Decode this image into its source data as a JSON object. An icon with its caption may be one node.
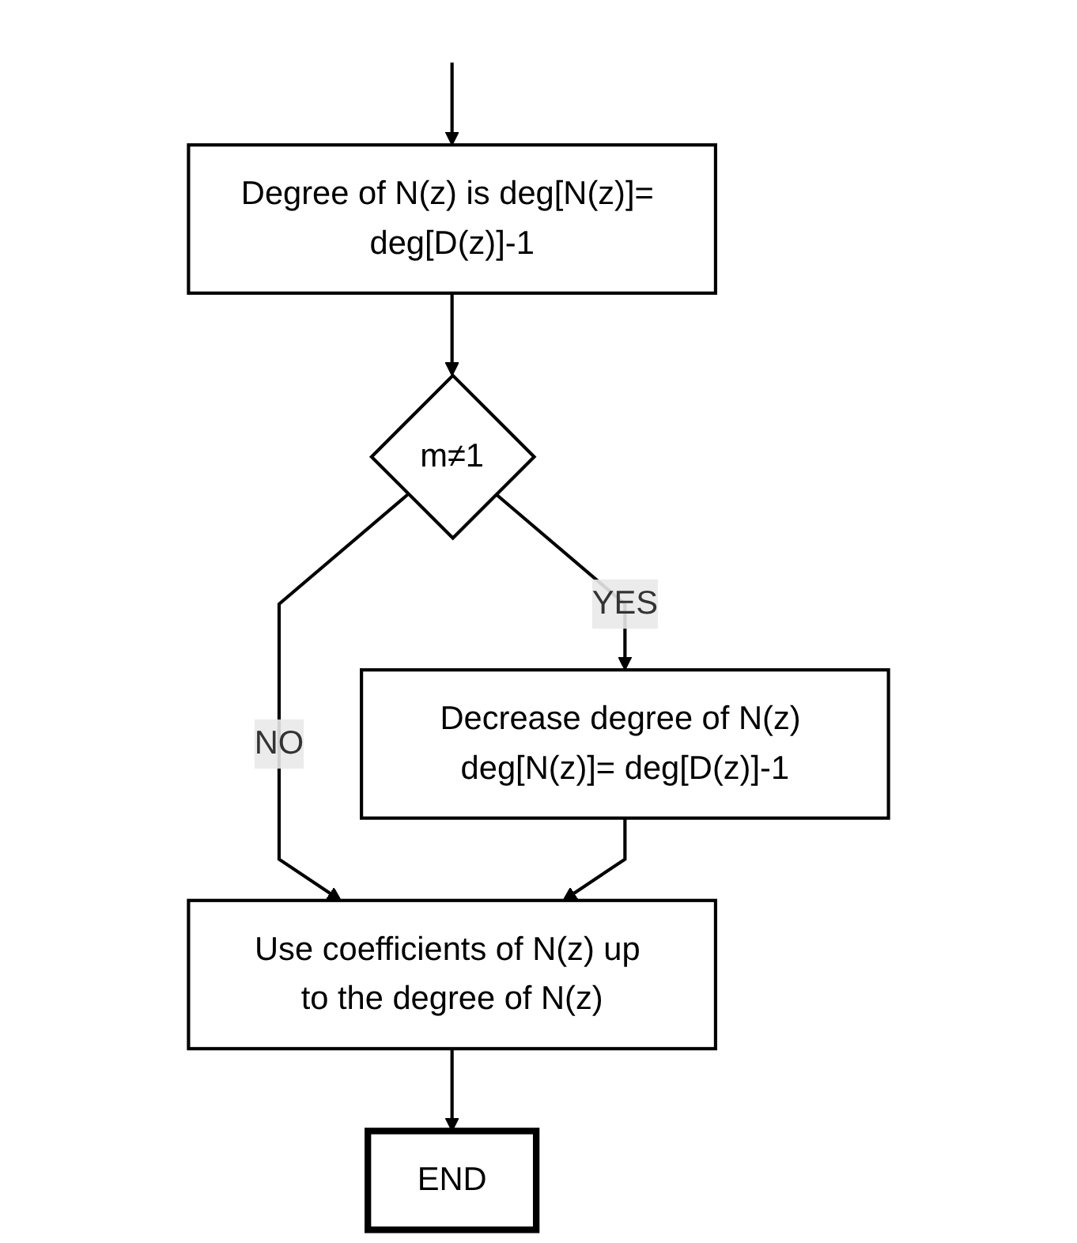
{
  "diagram": {
    "nodes": [
      {
        "text": [
          "Degree of N(z) is deg[N(z)]= deg[D(z)]-1"
        ]
      },
      {
        "text": [
          "m≠1"
        ]
      },
      {
        "text": [
          "Decrease degree of N(z) deg[N(z)]= deg[D(z)]-1"
        ]
      },
      {
        "text": [
          "Use coefficients of N(z) up to the degree of N(z)"
        ]
      },
      {
        "text": [
          "END"
        ]
      }
    ],
    "edges": [
      {
        "from": null,
        "to": 0,
        "arrow": "to"
      },
      {
        "from": 0,
        "to": 1,
        "arrow": "to"
      },
      {
        "from": 1,
        "to": 2,
        "arrow": "to",
        "label": "YES"
      },
      {
        "from": 1,
        "to": 3,
        "arrow": "to",
        "label": "NO"
      },
      {
        "from": 2,
        "to": 3,
        "arrow": "to"
      },
      {
        "from": 3,
        "to": 4,
        "arrow": "to"
      }
    ]
  }
}
